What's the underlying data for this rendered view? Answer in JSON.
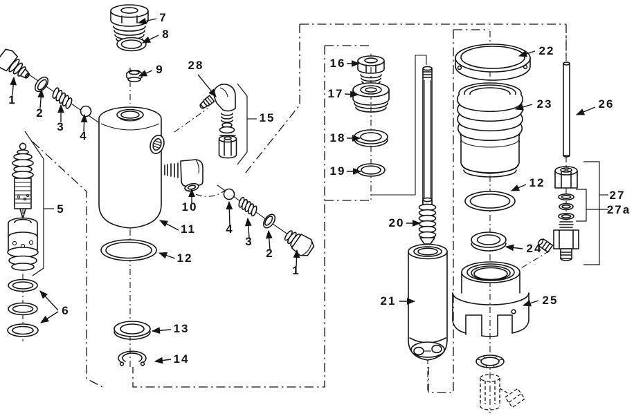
{
  "figure": {
    "kind": "exploded-parts-diagram",
    "background": "#ffffff",
    "ink": "#141414",
    "callouts": [
      {
        "id": "part-1-left",
        "label": "1"
      },
      {
        "id": "part-2-left",
        "label": "2"
      },
      {
        "id": "part-3-left",
        "label": "3"
      },
      {
        "id": "part-4-left",
        "label": "4"
      },
      {
        "id": "part-5",
        "label": "5"
      },
      {
        "id": "part-6",
        "label": "6"
      },
      {
        "id": "part-7",
        "label": "7"
      },
      {
        "id": "part-8",
        "label": "8"
      },
      {
        "id": "part-9",
        "label": "9"
      },
      {
        "id": "part-10",
        "label": "10"
      },
      {
        "id": "part-11",
        "label": "11"
      },
      {
        "id": "part-12-left",
        "label": "12"
      },
      {
        "id": "part-13",
        "label": "13"
      },
      {
        "id": "part-14",
        "label": "14"
      },
      {
        "id": "part-15",
        "label": "15"
      },
      {
        "id": "part-16",
        "label": "16"
      },
      {
        "id": "part-17",
        "label": "17"
      },
      {
        "id": "part-18",
        "label": "18"
      },
      {
        "id": "part-19",
        "label": "19"
      },
      {
        "id": "part-20",
        "label": "20"
      },
      {
        "id": "part-21",
        "label": "21"
      },
      {
        "id": "part-22",
        "label": "22"
      },
      {
        "id": "part-23",
        "label": "23"
      },
      {
        "id": "part-24",
        "label": "24"
      },
      {
        "id": "part-25",
        "label": "25"
      },
      {
        "id": "part-26",
        "label": "26"
      },
      {
        "id": "part-27",
        "label": "27"
      },
      {
        "id": "part-27a",
        "label": "27a"
      },
      {
        "id": "part-28",
        "label": "28"
      },
      {
        "id": "part-1-mid",
        "label": "1"
      },
      {
        "id": "part-2-mid",
        "label": "2"
      },
      {
        "id": "part-3-mid",
        "label": "3"
      },
      {
        "id": "part-4-mid",
        "label": "4"
      },
      {
        "id": "part-12-right",
        "label": "12"
      }
    ]
  }
}
